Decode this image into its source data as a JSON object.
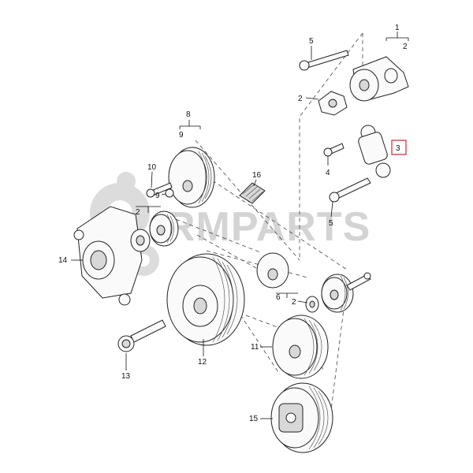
{
  "watermark": {
    "text": "RMPARTS"
  },
  "callouts": {
    "c1": "1",
    "c2_top": "2",
    "c2_flange": "2",
    "c3": "3",
    "c4": "4",
    "c5_top": "5",
    "c5_bottom": "5",
    "c6": "6",
    "c2_lower": "2",
    "c2_left": "2",
    "c8": "8",
    "c9_top": "9",
    "c9_small": "9",
    "c10": "10",
    "c11": "11",
    "c12": "12",
    "c13": "13",
    "c14": "14",
    "c15": "15",
    "c16": "16"
  },
  "highlight_color": "#d9262c"
}
